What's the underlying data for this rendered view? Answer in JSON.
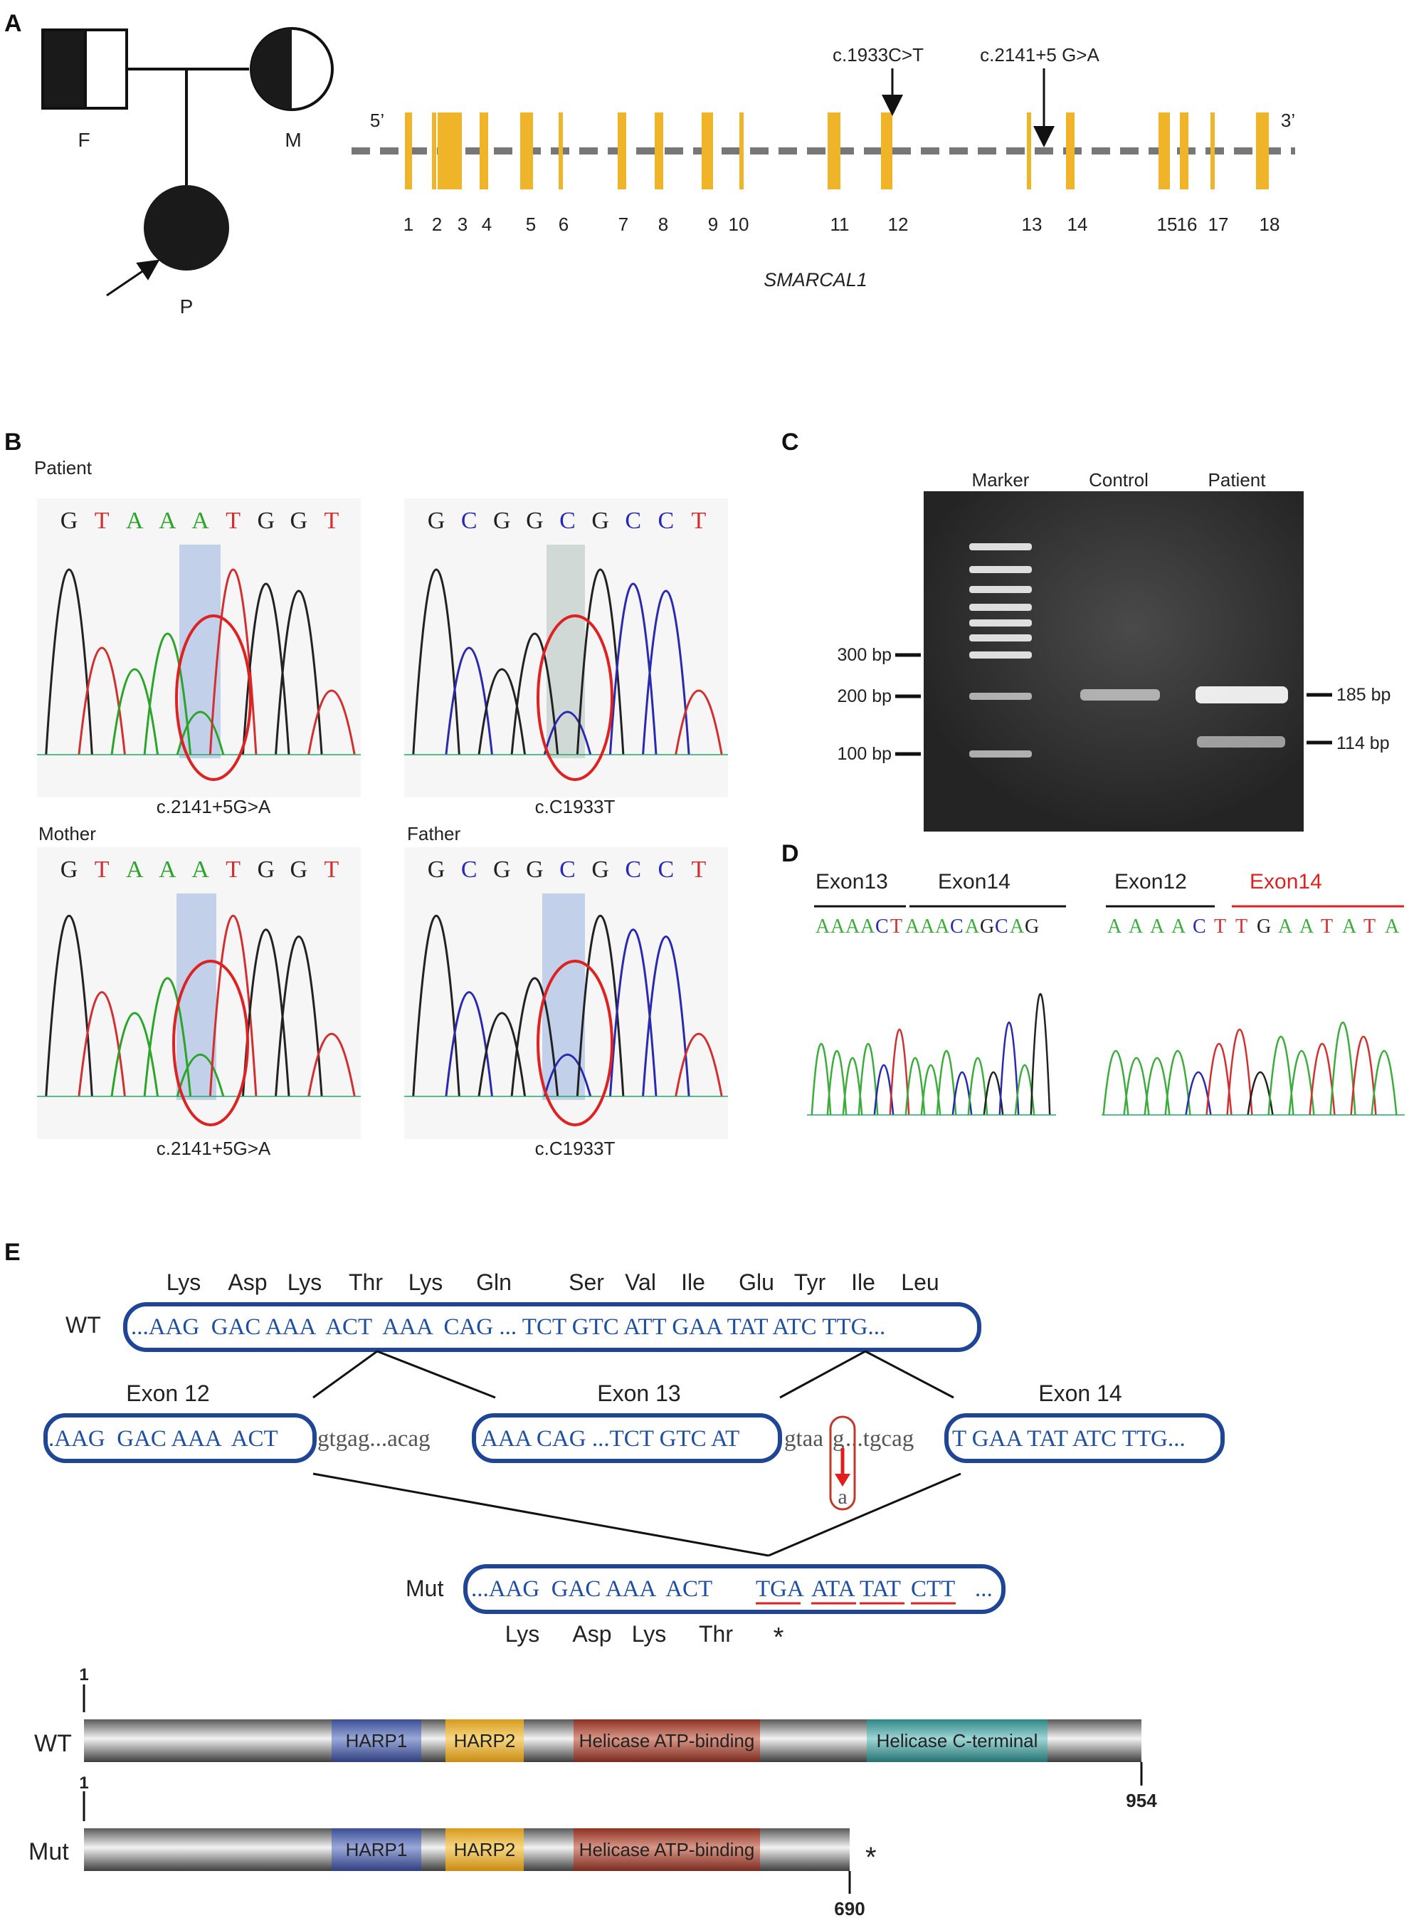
{
  "panels": {
    "a": "A",
    "b": "B",
    "c": "C",
    "d": "D",
    "e": "E"
  },
  "pedigree": {
    "father": "F",
    "mother": "M",
    "proband": "P"
  },
  "gene": {
    "name": "SMARCAL1",
    "five": "5’",
    "three": "3’",
    "variant1": "c.1933C>T",
    "variant2": "c.2141+5 G>A",
    "exons": [
      "1",
      "2",
      "3",
      "4",
      "5",
      "6",
      "7",
      "8",
      "9",
      "10",
      "11",
      "12",
      "13",
      "14",
      "15",
      "16",
      "17",
      "18"
    ],
    "exon_color": "#f0b429"
  },
  "sanger": {
    "patient": "Patient",
    "mother": "Mother",
    "father": "Father",
    "seq_a": [
      "G",
      "T",
      "A",
      "A",
      "A",
      "T",
      "G",
      "G",
      "T"
    ],
    "seq_b": [
      "G",
      "C",
      "G",
      "G",
      "C",
      "G",
      "C",
      "C",
      "T"
    ],
    "cap1": "c.2141+5G>A",
    "cap2": "c.C1933T",
    "cap3": "c.2141+5G>A",
    "cap4": "c.C1933T"
  },
  "gel": {
    "lane1": "Marker",
    "lane2": "Control",
    "lane3": "Patient",
    "m300": "300 bp",
    "m200": "200 bp",
    "m100": "100 bp",
    "band1": "185 bp",
    "band2": "114 bp"
  },
  "cdna": {
    "l1": "Exon13",
    "l2": "Exon14",
    "r1": "Exon12",
    "r2": "Exon14",
    "seq_left": [
      "A",
      "A",
      "A",
      "A",
      "C",
      "T",
      "A",
      "A",
      "A",
      "C",
      "A",
      "G",
      "C",
      "A",
      "G"
    ],
    "seq_right": [
      "A",
      "A",
      "A",
      "A",
      "C",
      "T",
      "T",
      "G",
      "A",
      "A",
      "T",
      "A",
      "T",
      "A"
    ]
  },
  "splice": {
    "wt": "WT",
    "mut": "Mut",
    "wt_aa": [
      "Lys",
      "Asp",
      "Lys",
      "Thr",
      "Lys",
      "Gln",
      "Ser",
      "Val",
      "Ile",
      "Glu",
      "Tyr",
      "Ile",
      "Leu"
    ],
    "wt_seq": "...AAG  GAC AAA  ACT  AAA  CAG ... TCT GTC ATT GAA TAT ATC TTG...",
    "ex12": "Exon 12",
    "ex13": "Exon 13",
    "ex14": "Exon 14",
    "seq12": ".AAG  GAC AAA  ACT",
    "intron1": "gtgag...acag",
    "seq13": "AAA CAG ...TCT GTC AT",
    "intron2a": "gtaa",
    "intron2b": "g",
    "intron2c": "...tgcag",
    "mut_base": "a",
    "seq14": "T GAA TAT ATC TTG...",
    "mut_seq_a": "...AAG  GAC AAA  ACT",
    "mut_codons": [
      "TGA",
      "ATA",
      "TAT",
      "CTT"
    ],
    "mut_tail": "...",
    "mut_aa": [
      "Lys",
      "Asp",
      "Lys",
      "Thr"
    ],
    "stop": "*"
  },
  "protein": {
    "wt": "WT",
    "mut": "Mut",
    "start": "1",
    "wt_end": "954",
    "mut_end": "690",
    "domains": [
      "HARP1",
      "HARP2",
      "Helicase ATP-binding",
      "Helicase C-terminal"
    ],
    "stop": "*",
    "colors": {
      "harp1": "#4a5fa8",
      "harp2": "#e8b23a",
      "atp": "#a84232",
      "cterm": "#3a9a9a"
    }
  }
}
